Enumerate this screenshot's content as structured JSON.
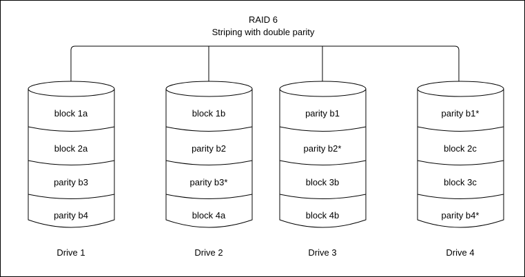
{
  "diagram": {
    "title_line1": "RAID 6",
    "title_line2": "Striping with double parity",
    "stroke_color": "#000000",
    "background_color": "#ffffff",
    "border_color": "#000000",
    "drives": [
      {
        "label": "Drive 1",
        "blocks": [
          "block 1a",
          "block 2a",
          "parity b3",
          "parity b4"
        ]
      },
      {
        "label": "Drive 2",
        "blocks": [
          "block 1b",
          "parity b2",
          "parity b3*",
          "block 4a"
        ]
      },
      {
        "label": "Drive 3",
        "blocks": [
          "parity b1",
          "parity b2*",
          "block 3b",
          "block 4b"
        ]
      },
      {
        "label": "Drive 4",
        "blocks": [
          "parity b1*",
          "block 2c",
          "block 3c",
          "parity b4*"
        ]
      }
    ]
  }
}
